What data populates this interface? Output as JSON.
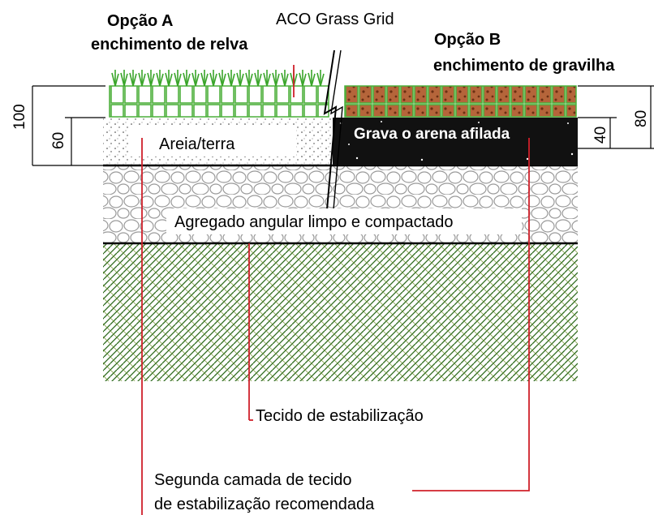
{
  "option_a": {
    "title": "Opção A",
    "subtitle": "enchimento de relva"
  },
  "option_b": {
    "title": "Opção B",
    "subtitle": "enchimento de gravilha"
  },
  "product_label": "ACO Grass Grid",
  "layers": {
    "sand_soil": "Areia/terra",
    "gravel": "Grava o arena afilada",
    "aggregate": "Agregado angular limpo e compactado"
  },
  "callouts": {
    "stabilization_fabric": "Tecido de estabilização",
    "second_layer_line1": "Segunda camada de tecido",
    "second_layer_line2": "de estabilização recomendada"
  },
  "dimensions": {
    "left_total": "100",
    "left_sub": "60",
    "right_total": "80",
    "right_sub": "40"
  },
  "colors": {
    "grass": "#3aa52a",
    "grid_green": "#4caf3a",
    "gravel_brown": "#a0522d",
    "soil_hatch": "#2e6b1f",
    "leader_red": "#d0202a"
  }
}
